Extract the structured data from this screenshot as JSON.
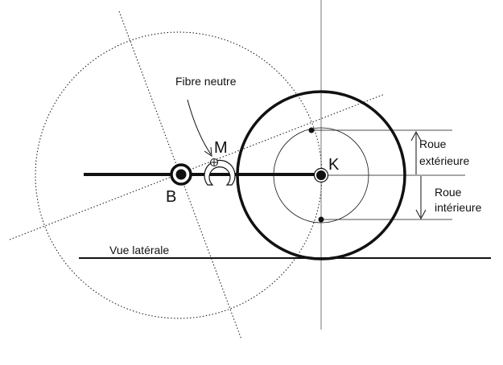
{
  "labels": {
    "fibre_neutre": "Fibre neutre",
    "point_m": "M",
    "point_k": "K",
    "point_b": "B",
    "vue_laterale": "Vue latérale",
    "roue_ext_line1": "Roue",
    "roue_ext_line2": "extérieure",
    "roue_int_line1": "Roue",
    "roue_int_line2": "intérieure"
  },
  "colors": {
    "stroke": "#111111",
    "background": "#ffffff"
  }
}
